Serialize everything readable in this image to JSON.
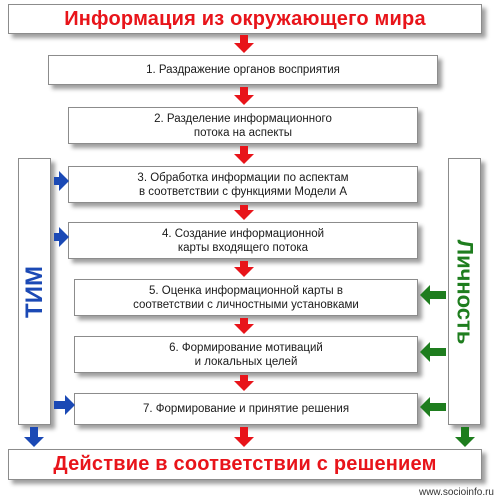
{
  "title": "Информация из окружающего мира",
  "result": "Действие в соответствии с решением",
  "steps": [
    {
      "line1": "1. Раздражение органов восприятия",
      "line2": ""
    },
    {
      "line1": "2. Разделение информационного",
      "line2": "потока на аспекты"
    },
    {
      "line1": "3. Обработка информации по аспектам",
      "line2": "в соответствии с функциями Модели А"
    },
    {
      "line1": "4. Создание информационной",
      "line2": "карты входящего потока"
    },
    {
      "line1": "5. Оценка информационной карты в",
      "line2": "соответствии с личностными установками"
    },
    {
      "line1": "6. Формирование мотиваций",
      "line2": "и локальных целей"
    },
    {
      "line1": "7. Формирование и принятие решения",
      "line2": ""
    }
  ],
  "left_column": "ТИМ",
  "right_column": "Личность",
  "watermark": "www.socioinfo.ru",
  "colors": {
    "title_text": "#e8141a",
    "flow_arrow": "#e8141a",
    "tim_text": "#1b49b5",
    "tim_arrow": "#1b49b5",
    "personality_text": "#1e7d1e",
    "personality_arrow": "#1e7d1e"
  }
}
